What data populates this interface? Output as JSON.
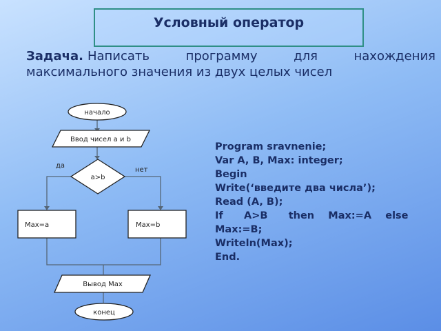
{
  "title": "Условный оператор",
  "task": {
    "label": "Задача.",
    "text": "Написать программу для нахождения максимального значения из двух целых чисел"
  },
  "flowchart": {
    "start": "начало",
    "input": "Ввод чисел a и b",
    "condition": "a>b",
    "yes_label": "да",
    "no_label": "нет",
    "branch_yes": "Max=a",
    "branch_no": "Max=b",
    "output": "Вывод Max",
    "end": "конец"
  },
  "code_lines": [
    "Program sravnenie;",
    "Var A, B, Max: integer;",
    "Begin",
    "Write(‘введите два числа’);",
    "Read (A, B);",
    "If      A>B      then    Max:=A    else",
    "Max:=B;",
    "Writeln(Max);",
    "End."
  ]
}
